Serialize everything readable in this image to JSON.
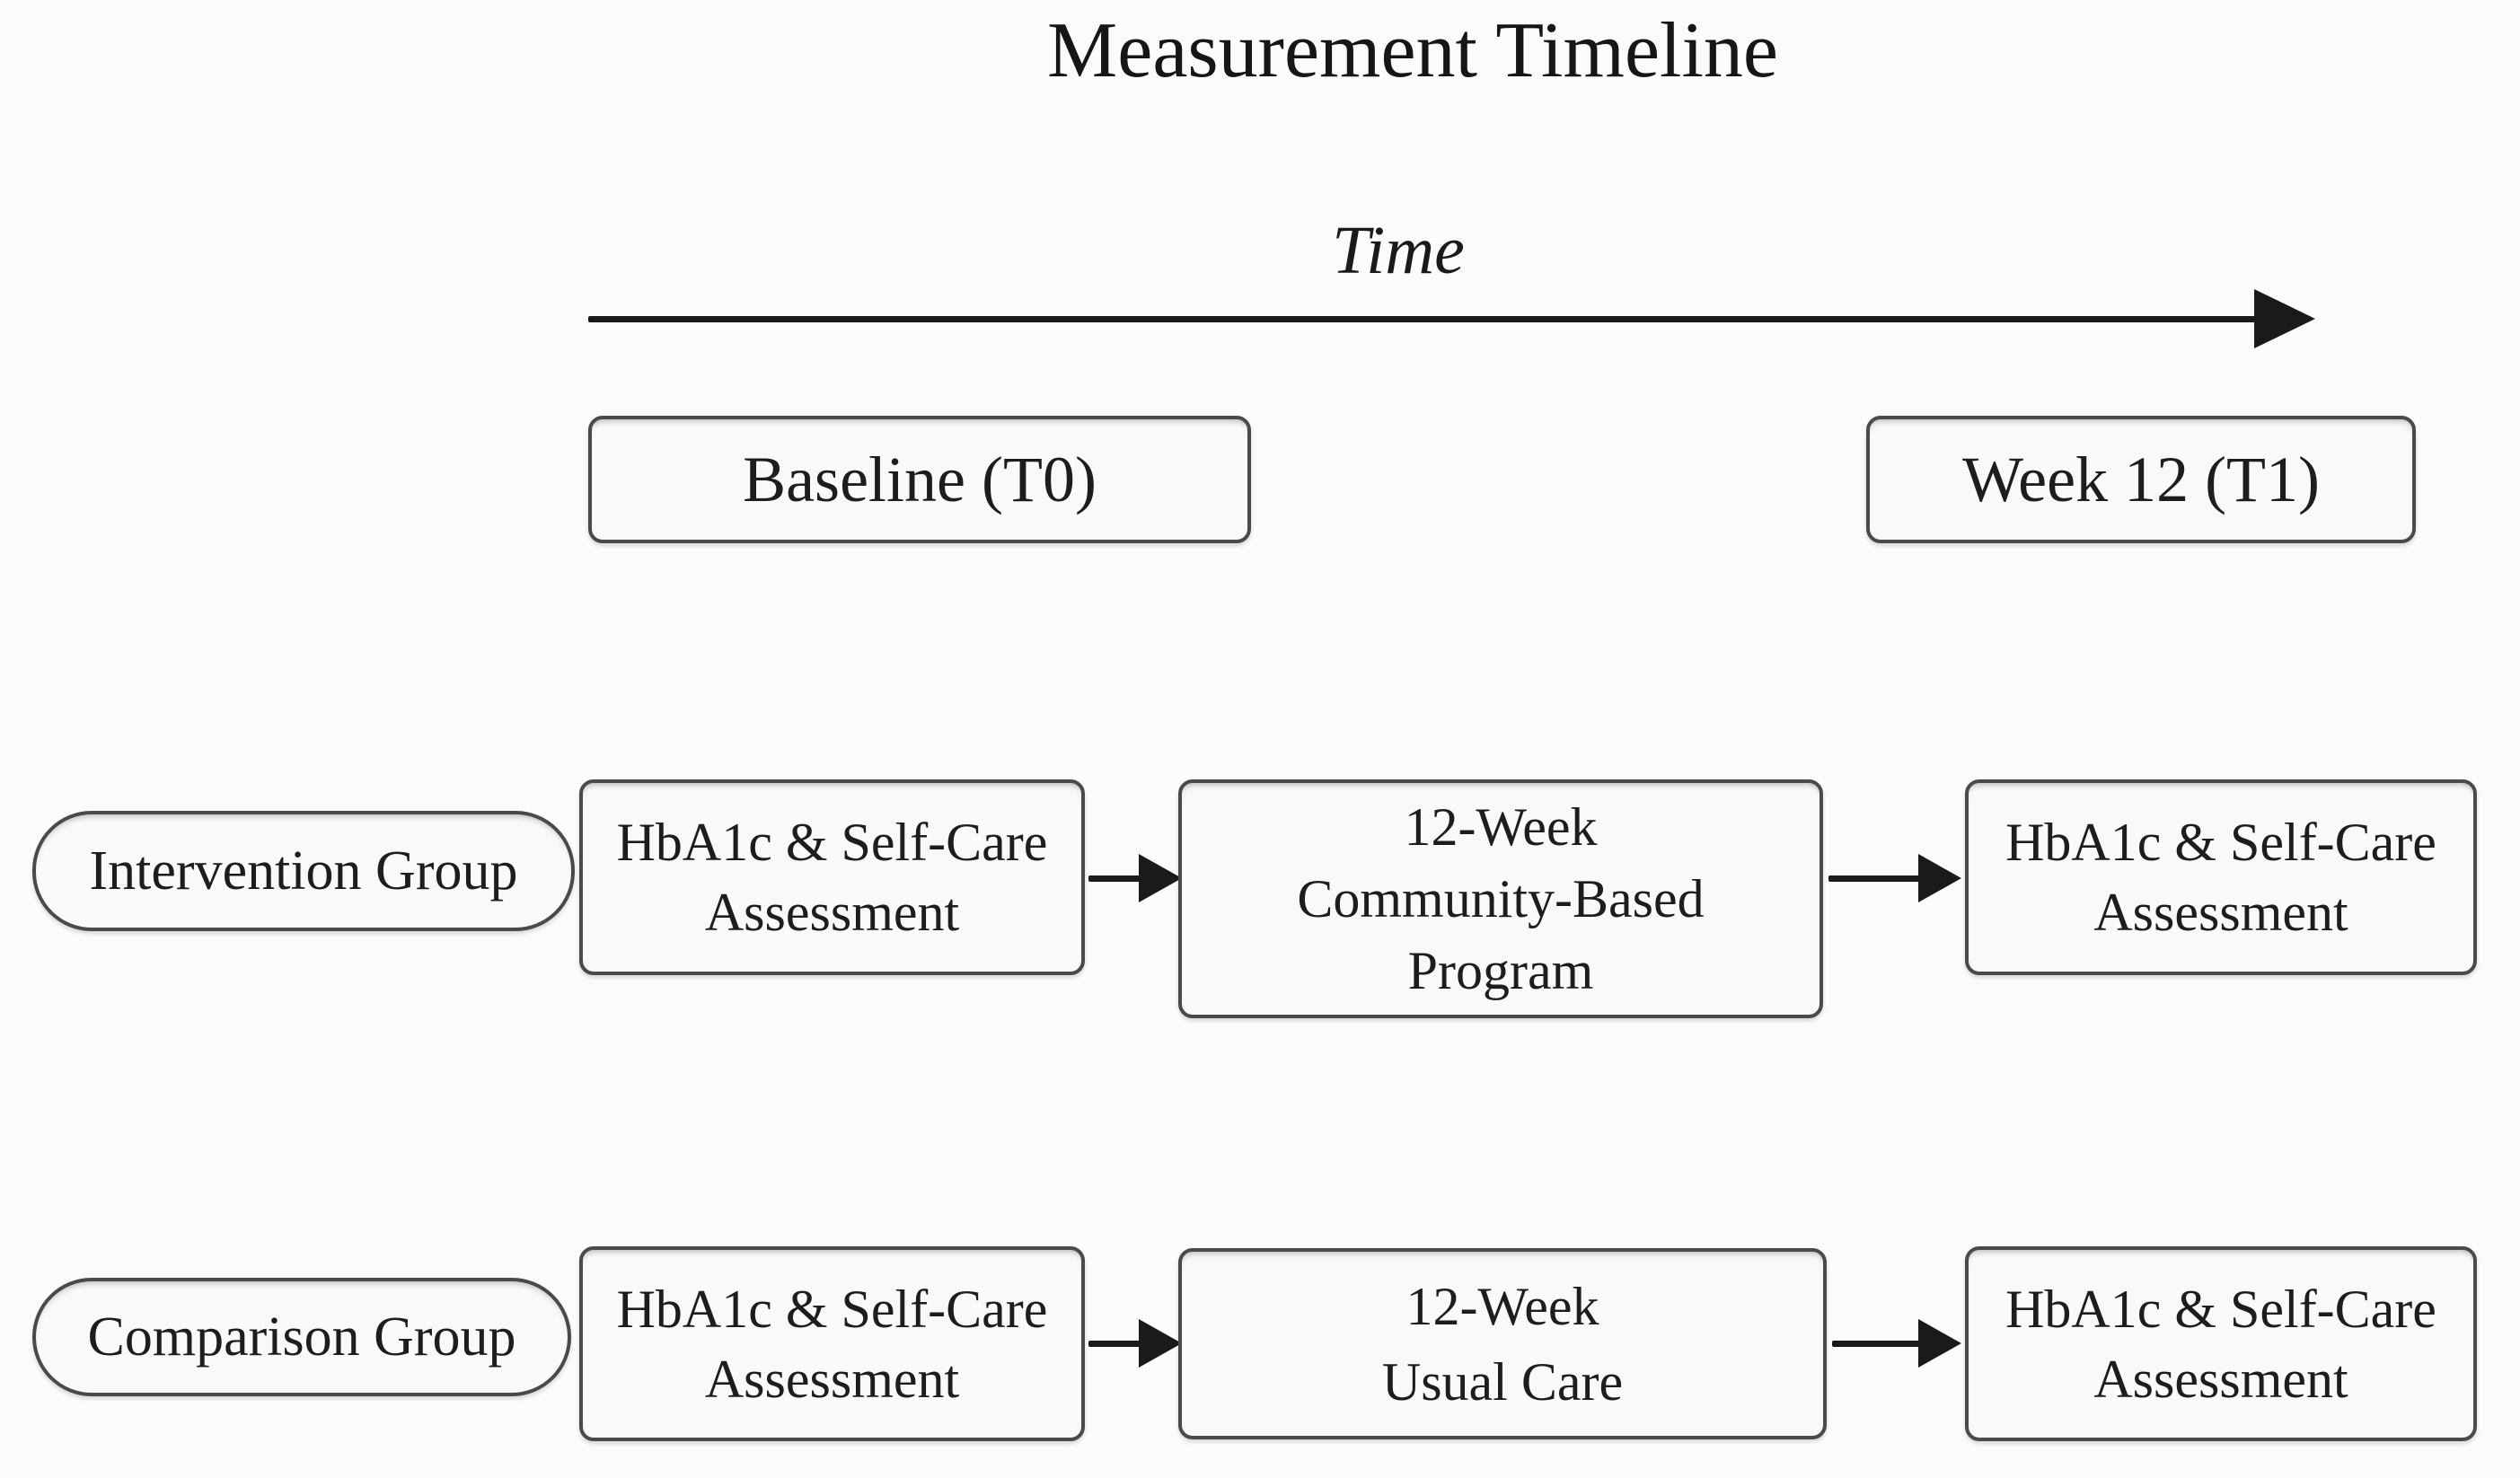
{
  "title": "Measurement Timeline",
  "timeline": {
    "axis_label": "Time",
    "milestones": [
      {
        "label": "Baseline (T0)"
      },
      {
        "label": "Week 12 (T1)"
      }
    ]
  },
  "rows": [
    {
      "group": "Intervention Group",
      "steps": [
        {
          "lines": [
            "HbA1c & Self-Care",
            "Assessment"
          ]
        },
        {
          "lines": [
            "12-Week",
            "Community-Based",
            "Program"
          ]
        },
        {
          "lines": [
            "HbA1c & Self-Care",
            "Assessment"
          ]
        }
      ]
    },
    {
      "group": "Comparison Group",
      "steps": [
        {
          "lines": [
            "HbA1c & Self-Care",
            "Assessment"
          ]
        },
        {
          "lines": [
            "12-Week",
            "Usual Care"
          ]
        },
        {
          "lines": [
            "HbA1c & Self-Care",
            "Assessment"
          ]
        }
      ]
    }
  ],
  "colors": {
    "background": "#fbfbfa",
    "box_fill": "#f9f9f8",
    "box_border": "#4a4a4a",
    "text": "#1d1d1d",
    "arrow": "#1a1a1a"
  }
}
